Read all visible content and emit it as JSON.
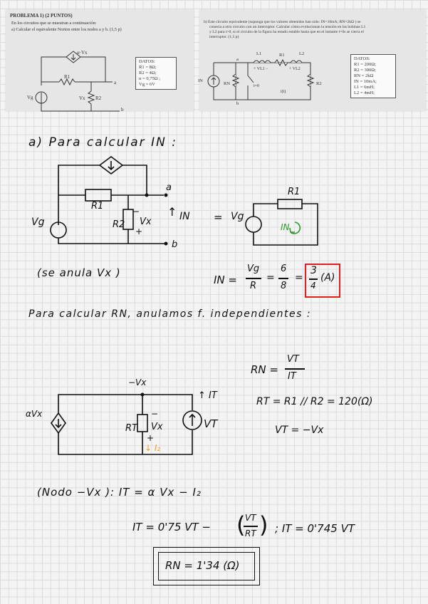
{
  "problem": {
    "header": "PROBLEMA 1) (2 PUNTOS)",
    "part_a_intro": "En los circuitos que se muestran a continuación:",
    "part_a_task": "a) Calcular el equivalente Norton entre los nodos a y b. (1,5 p)",
    "part_a_data": {
      "title": "DATOS:",
      "lines": [
        "R1 = 8Ω;",
        "R2 = 4Ω;",
        "α = 0,75Ω ;",
        "Vg = 6V"
      ]
    },
    "part_a_labels": {
      "dep": "α·Vx",
      "r1": "R1",
      "r2": "R2",
      "vx": "Vx",
      "vg": "Vg",
      "a": "a",
      "b": "b"
    },
    "part_b_task_1": "b) Este circuito equivalente (suponga que los valores obtenidos han sido: IN=10mA; RN=2kΩ ) se",
    "part_b_task_2": "conecta a otro circuito con un interruptor. Calcular cómo evolucionan la tensión en las bobinas L1",
    "part_b_task_3": "y L2 para t>0, si el circuito de la figura ha estado estable hasta que en el instante t=0s se cierra el",
    "part_b_task_4": "interruptor. (1,5 p)",
    "part_b_data": {
      "title": "DATOS:",
      "lines": [
        "R1 = 200Ω;",
        "R2 = 300Ω;",
        "RN = 2kΩ",
        "IN = 10mA;",
        "L1 = 6mH;",
        "L2 = 4mH;"
      ]
    },
    "part_b_labels": {
      "l1": "L1",
      "r1": "R1",
      "l2": "L2",
      "r2": "R2",
      "in": "IN",
      "rn": "RN",
      "a": "a",
      "b": "b",
      "v1": "+ VL1 −",
      "v2": "+ VL2",
      "t0": "t=0",
      "it": "i(t)"
    }
  },
  "notes": {
    "heading": "a) Para calcular IN :",
    "circuit1": {
      "a": "a",
      "b": "b",
      "r1": "R1",
      "r2": "R2",
      "vx_minus": "−",
      "vx": "Vx",
      "vx_plus": "+",
      "vg": "Vg",
      "in_arrow": "↑",
      "in_label": "IN"
    },
    "equals": "=",
    "circuit2": {
      "r1": "R1",
      "vg": "Vg",
      "in_label": "IN"
    },
    "note_vx": "(se anula Vx )",
    "in_formula": {
      "lhs": "IN =",
      "num1": "Vg",
      "den1": "R",
      "eq1": "=",
      "num2": "6",
      "den2": "8",
      "eq2": "=",
      "num3": "3",
      "den3": "4",
      "unit": "(A)"
    },
    "rn_heading": "Para calcular RN, anulamos f. independientes :",
    "circuit3": {
      "node": "−Vx",
      "dep": "αVx",
      "rt": "RT",
      "vx": "Vx",
      "minus": "−",
      "plus": "+",
      "iz": "↓ I₂",
      "it": "↑ IT",
      "vt": "VT"
    },
    "rn_formula": {
      "lhs": "RN =",
      "num": "VT",
      "den": "IT"
    },
    "rt_formula": "RT = R1 // R2 = 120(Ω)",
    "vt_formula": "VT = −Vx",
    "node_eq": "(Nodo −Vx ):   IT = α Vx − I₂",
    "it_eq": {
      "lhs": "IT = 0'75 VT −",
      "num": "VT",
      "den": "RT",
      "sep": "; IT = 0'745 VT"
    },
    "result": "RN = 1'34 (Ω)"
  },
  "colors": {
    "red_box": "#e02020",
    "green": "#2a9a2a",
    "orange": "#f0a020",
    "ink": "#111111"
  }
}
